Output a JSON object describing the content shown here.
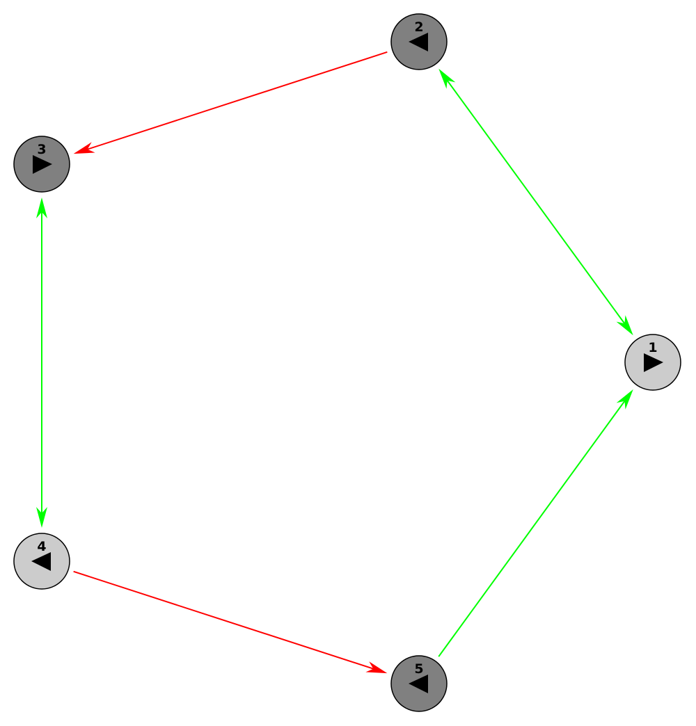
{
  "nodes": [
    {
      "id": "1",
      "label": "1",
      "fill": "#cccccc",
      "direction": "right"
    },
    {
      "id": "2",
      "label": "2",
      "fill": "#808080",
      "direction": "left"
    },
    {
      "id": "3",
      "label": "3",
      "fill": "#808080",
      "direction": "right"
    },
    {
      "id": "4",
      "label": "4",
      "fill": "#cccccc",
      "direction": "left"
    },
    {
      "id": "5",
      "label": "5",
      "fill": "#808080",
      "direction": "left"
    }
  ],
  "edges": [
    {
      "from": "2",
      "to": "3",
      "color": "#ff0000",
      "arrow_start": false,
      "arrow_end": true
    },
    {
      "from": "2",
      "to": "1",
      "color": "#00ff00",
      "arrow_start": true,
      "arrow_end": true
    },
    {
      "from": "3",
      "to": "4",
      "color": "#00ff00",
      "arrow_start": true,
      "arrow_end": true
    },
    {
      "from": "4",
      "to": "5",
      "color": "#ff0000",
      "arrow_start": false,
      "arrow_end": true
    },
    {
      "from": "5",
      "to": "1",
      "color": "#00ff00",
      "arrow_start": false,
      "arrow_end": true
    }
  ]
}
